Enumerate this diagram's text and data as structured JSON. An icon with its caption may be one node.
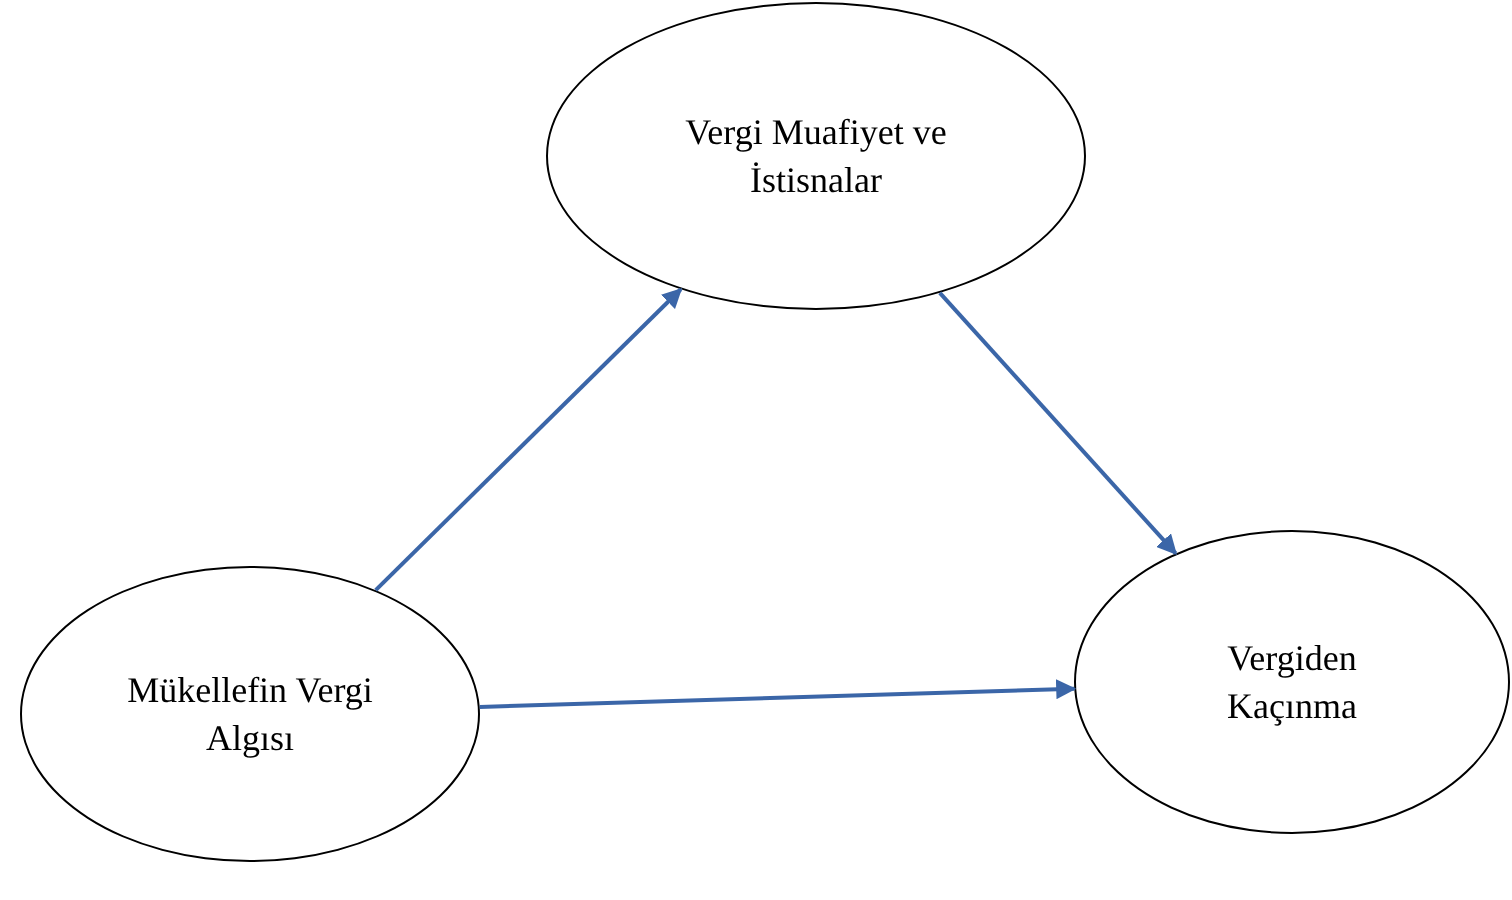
{
  "diagram": {
    "nodes": [
      {
        "text": [
          "Vergi Muafiyet ve İstisnalar"
        ]
      },
      {
        "text": [
          "Mükellefin Vergi Algısı"
        ]
      },
      {
        "text": [
          "Vergiden Kaçınma"
        ]
      }
    ],
    "edges": [
      {
        "from": 1,
        "to": 0,
        "arrow": "to"
      },
      {
        "from": 0,
        "to": 2,
        "arrow": "to"
      },
      {
        "from": 1,
        "to": 2,
        "arrow": "to"
      }
    ]
  }
}
